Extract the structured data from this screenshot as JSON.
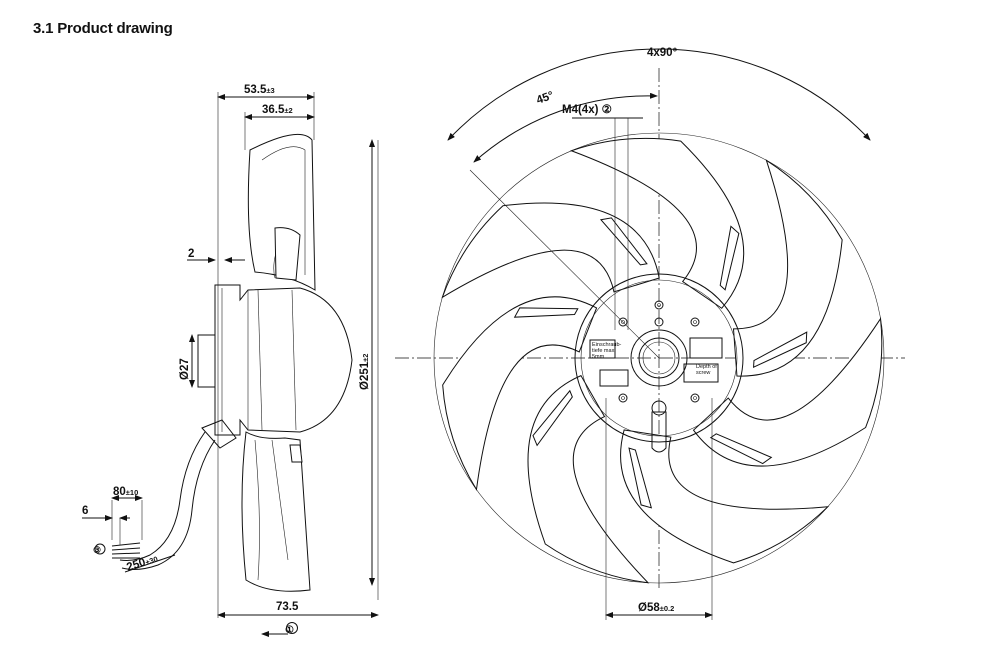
{
  "title": "3.1 Product drawing",
  "side_view": {
    "dim_overall_depth": "53.5",
    "dim_overall_depth_tol": "±3",
    "dim_hub_depth": "36.5",
    "dim_hub_depth_tol": "±2",
    "dim_gap": "2",
    "dim_shaft_dia": "Ø27",
    "dim_fan_dia": "Ø251",
    "dim_fan_dia_tol": "±2",
    "dim_cable_strip": "80",
    "dim_cable_strip_tol": "±10",
    "dim_wire_end": "6",
    "dim_cable_length": "250",
    "dim_cable_length_tol": "+30",
    "dim_total_depth": "73.5",
    "callout_cable": "③",
    "callout_airflow": "①"
  },
  "front_view": {
    "dim_angle_pattern": "4x90°",
    "dim_angle": "45°",
    "dim_screw": "M4(4x)",
    "callout_screw": "②",
    "note_screw_left": [
      "Einschraub-",
      "tiefe max.",
      "5mm"
    ],
    "note_screw_right": [
      "Depth of",
      "screw"
    ],
    "dim_bolt_circle": "Ø58",
    "dim_bolt_circle_tol": "±0.2"
  }
}
